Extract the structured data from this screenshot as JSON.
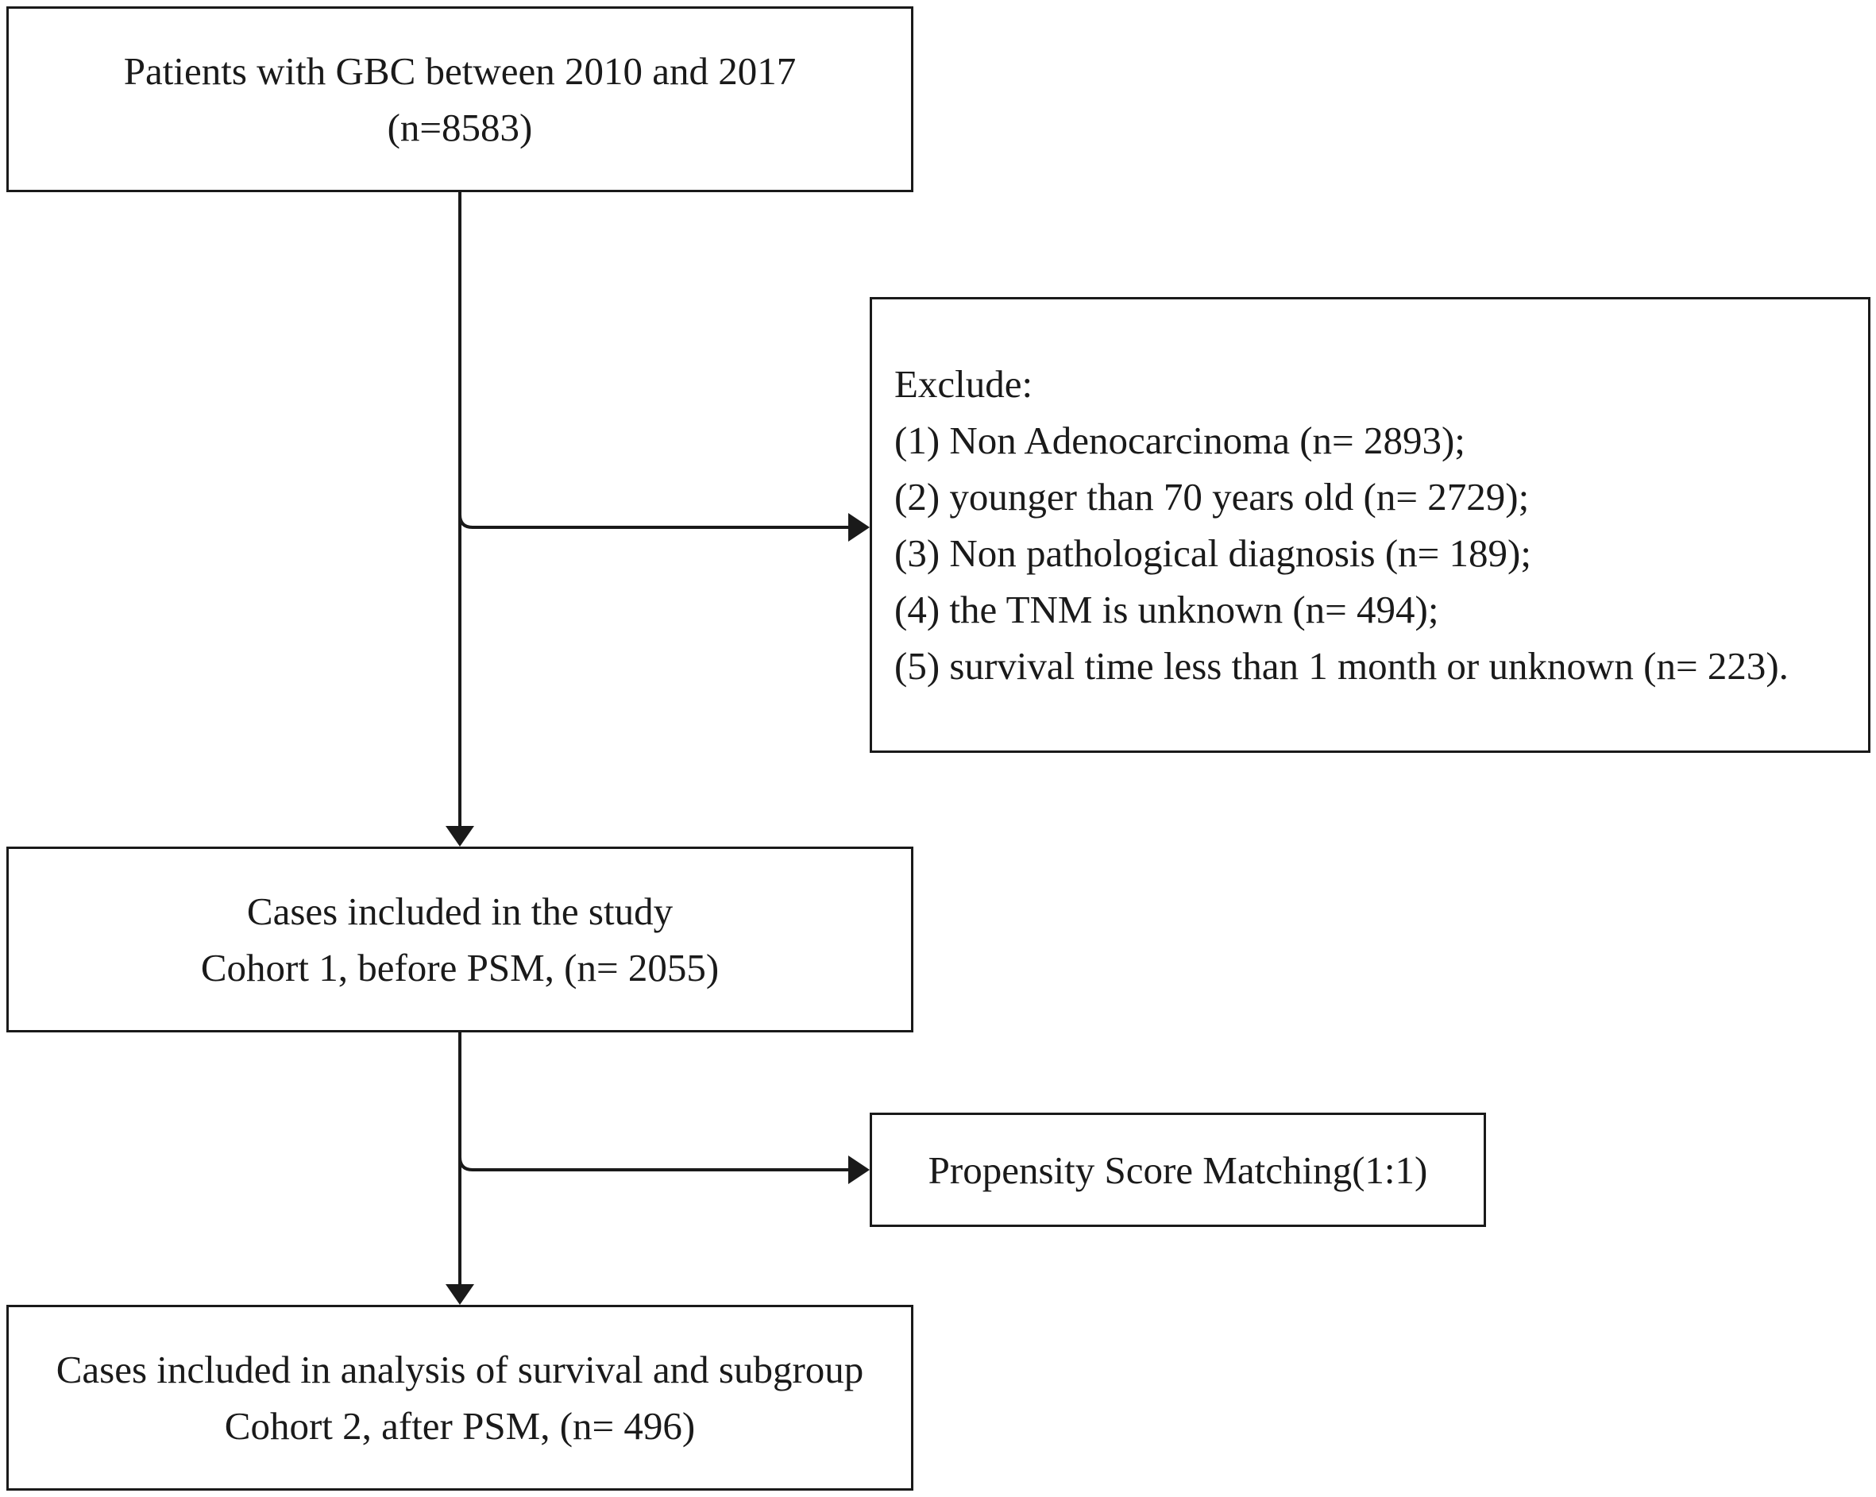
{
  "diagram": {
    "type": "flowchart",
    "boxes": {
      "patients": {
        "line1": "Patients with GBC between 2010 and 2017",
        "line2": "(n=8583)"
      },
      "exclude": {
        "heading": "Exclude:",
        "items": [
          "(1) Non Adenocarcinoma (n= 2893);",
          "(2) younger than 70 years old (n= 2729);",
          "(3) Non pathological diagnosis (n= 189);",
          "(4) the TNM is unknown (n=  494);",
          "(5) survival time less than 1 month or unknown (n= 223)."
        ]
      },
      "cohort1": {
        "line1": "Cases included in the study",
        "line2": "Cohort 1, before PSM, (n= 2055)"
      },
      "psm": {
        "label": "Propensity Score Matching(1:1)"
      },
      "cohort2": {
        "line1": "Cases included in analysis of survival and subgroup",
        "line2": "Cohort 2, after PSM, (n= 496)"
      }
    },
    "edges": [
      {
        "from": "patients",
        "to": "cohort1"
      },
      {
        "from": "patients",
        "to": "exclude"
      },
      {
        "from": "cohort1",
        "to": "cohort2"
      },
      {
        "from": "cohort1",
        "to": "psm"
      }
    ],
    "colors": {
      "line": "#1a1a1a",
      "background": "#ffffff"
    }
  }
}
